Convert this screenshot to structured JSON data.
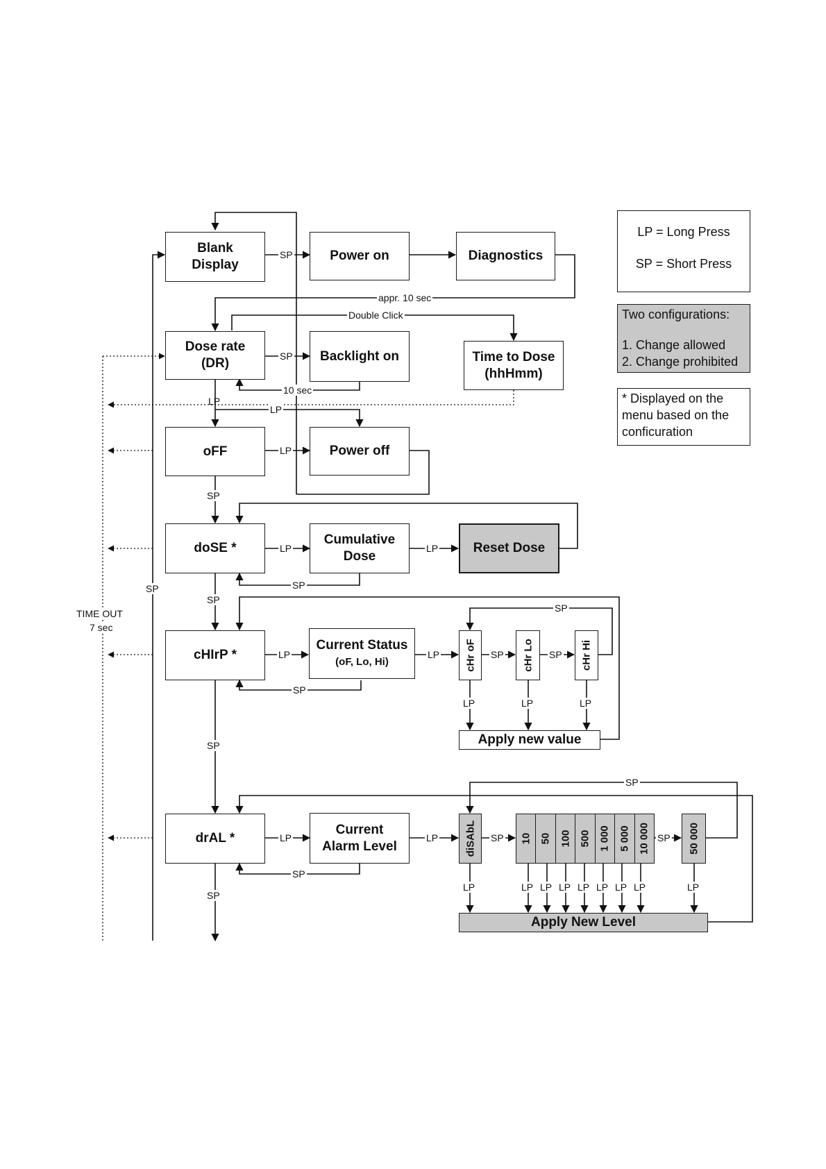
{
  "states": {
    "blank_display": "Blank\nDisplay",
    "power_on": "Power on",
    "diagnostics": "Diagnostics",
    "dose_rate": "Dose rate\n(DR)",
    "backlight_on": "Backlight on",
    "time_to_dose": "Time to Dose\n(hhHmm)",
    "off": "oFF",
    "power_off": "Power off",
    "dose": "doSE  *",
    "cumulative_dose": "Cumulative\nDose",
    "reset_dose": "Reset Dose",
    "chirp": "cHIrP *",
    "current_status": "Current Status",
    "current_status_sub": "(oF, Lo, Hi)",
    "chr_of": "cHr oF",
    "chr_lo": "cHr Lo",
    "chr_hi": "cHr Hi",
    "apply_new_value": "Apply new value",
    "dral": "drAL *",
    "current_alarm_level": "Current\nAlarm Level",
    "disable": "diSAbL",
    "levels": [
      "10",
      "50",
      "100",
      "500",
      "1 000",
      "5 000",
      "10 000"
    ],
    "level_max": "50 000",
    "apply_new_level": "Apply New Level"
  },
  "labels": {
    "sp": "SP",
    "lp": "LP",
    "appr_10_sec": "appr. 10 sec",
    "double_click": "Double Click",
    "ten_sec": "10 sec",
    "timeout": "TIME OUT",
    "timeout_value": "7 sec"
  },
  "legend": {
    "lp_def": "LP = Long Press",
    "sp_def": "SP = Short Press",
    "config_title": "Two configurations:",
    "config_1": "1. Change allowed",
    "config_2": "2. Change prohibited",
    "note": "* Displayed on the\nmenu based on the\nconficuration"
  },
  "colors": {
    "box_border": "#1a1a1a",
    "highlight_fill": "#c8c8c8",
    "background": "#ffffff"
  }
}
